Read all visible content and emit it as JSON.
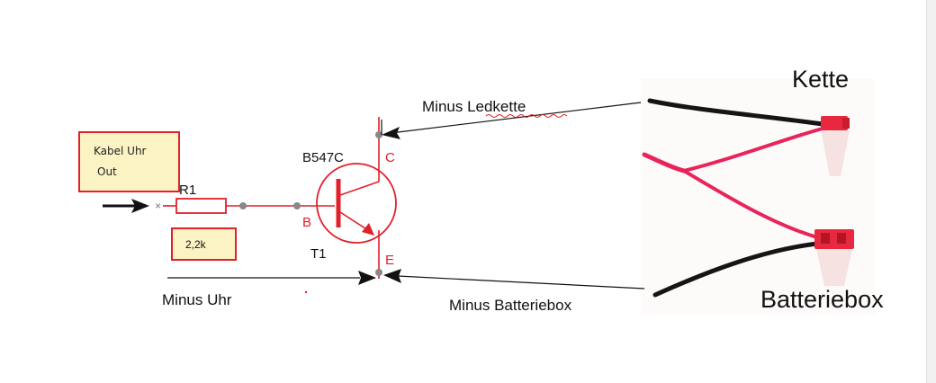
{
  "labels": {
    "kabel_line1": "Kabel Uhr",
    "kabel_line2": "Out",
    "r1": "R1",
    "r1_value": "2,2k",
    "transistor_type": "B547C",
    "transistor_ref": "T1",
    "pin_c": "C",
    "pin_b": "B",
    "pin_e": "E",
    "minus_ledkette": "Minus Ledkette",
    "minus_uhr": "Minus Uhr",
    "minus_batteriebox": "Minus Batteriebox",
    "kette": "Kette",
    "batteriebox": "Batteriebox"
  },
  "colors": {
    "circuit_red": "#e0202a",
    "note_fill": "#fbf3c4",
    "note_border": "#e0202a",
    "wire_black": "#111111",
    "wire_red": "#e8245a",
    "connector_red": "#e8283e"
  }
}
